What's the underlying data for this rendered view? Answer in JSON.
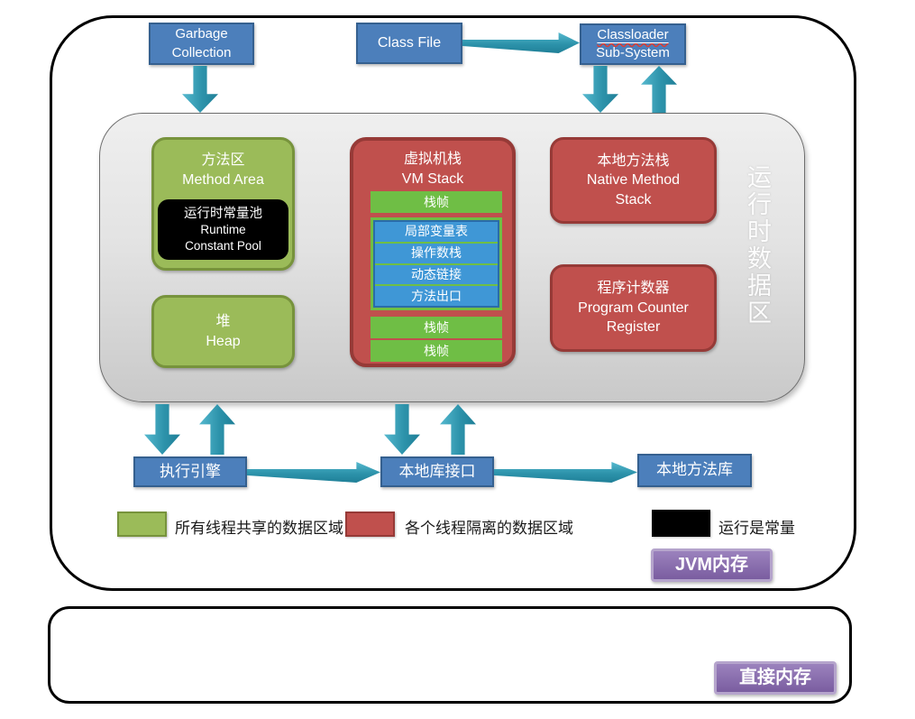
{
  "top": {
    "garbage_collection": {
      "line1": "Garbage",
      "line2": "Collection"
    },
    "class_file": "Class  File",
    "classloader": {
      "line1": "Classloader",
      "line2": "Sub-System"
    }
  },
  "runtime_area": {
    "vertical_label": "运行时数据区",
    "method_area": {
      "zh": "方法区",
      "en": "Method Area"
    },
    "runtime_constant_pool": {
      "zh": "运行时常量池",
      "en1": "Runtime",
      "en2": "Constant Pool"
    },
    "heap": {
      "zh": "堆",
      "en": "Heap"
    },
    "vm_stack": {
      "zh": "虚拟机栈",
      "en": "VM Stack",
      "frames": [
        "栈帧",
        "栈帧",
        "栈帧"
      ],
      "rows": [
        "局部变量表",
        "操作数栈",
        "动态链接",
        "方法出口"
      ]
    },
    "native_method_stack": {
      "zh": "本地方法栈",
      "en1": "Native Method",
      "en2": "Stack"
    },
    "program_counter": {
      "zh": "程序计数器",
      "en1": "Program Counter",
      "en2": "Register"
    }
  },
  "bottom": {
    "execution_engine": "执行引擎",
    "native_interface": "本地库接口",
    "native_library": "本地方法库"
  },
  "legend": {
    "shared": "所有线程共享的数据区域",
    "isolated": "各个线程隔离的数据区域",
    "constant": "运行是常量"
  },
  "labels": {
    "jvm_memory": "JVM内存",
    "direct_memory": "直接内存"
  },
  "colors": {
    "blue": "#4C7FBB",
    "blue_border": "#35608F",
    "green": "#9BBB59",
    "green_border": "#77933C",
    "red": "#C0504D",
    "red_border": "#963A37",
    "bright_green": "#6FBE45",
    "row_blue": "#3F97D6",
    "arrow_teal": "#2D93AB",
    "purple": "#8064A2",
    "purple_border": "#B5A4CC",
    "constant_black": "#000000",
    "runtime_area_gray": "#DBDBDB"
  }
}
